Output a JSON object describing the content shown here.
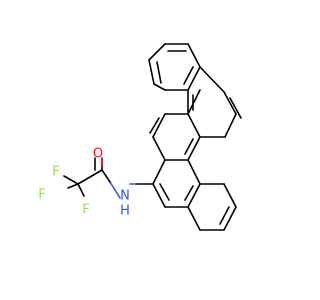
{
  "molecule": {
    "atoms": {
      "oxygen": "O",
      "nitrogen": "N",
      "hydrogen": "H",
      "fluorine_1": "F",
      "fluorine_2": "F",
      "fluorine_3": "F"
    },
    "colors": {
      "oxygen": "#ff0d0d",
      "nitrogen": "#3050f8",
      "fluorine": "#90e050",
      "bond": "#000000",
      "background": "#ffffff"
    }
  }
}
